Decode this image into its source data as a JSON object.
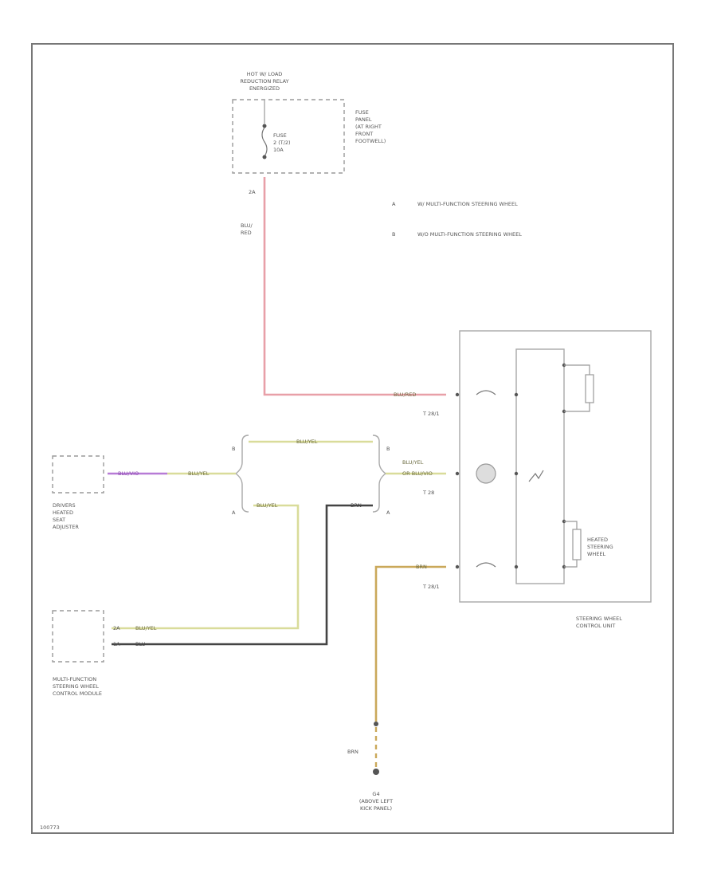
{
  "diagram_id": "100773",
  "relay": {
    "title_lines": [
      "HOT W/ LOAD",
      "REDUCTION RELAY",
      "ENERGIZED"
    ],
    "fuse_lines": [
      "FUSE",
      "2 (T/2)",
      "10A"
    ],
    "pin": "2A"
  },
  "fuse_panel": {
    "lines": [
      "FUSE",
      "PANEL",
      "(AT RIGHT",
      "FRONT",
      "FOOTWELL)"
    ]
  },
  "legend": [
    {
      "key": "A",
      "text": "W/ MULTI-FUNCTION STEERING WHEEL"
    },
    {
      "key": "B",
      "text": "W/O MULTI-FUNCTION STEERING WHEEL"
    }
  ],
  "wires": {
    "blu_red_vertical": [
      "BLU/",
      "RED"
    ],
    "blu_red_top": "BLU/RED",
    "blu_yel_bridge_top": "BLU/YEL",
    "blu_yel_left": "BLU/YEL",
    "blu_vio_left": "BLU/VIO",
    "blu_yel_right": "BLU/YEL",
    "blu_yel_right_b": "OR BLU/VIO",
    "blu_yel_lower": "BLU/YEL",
    "brn_lower": "BRN",
    "blu_yel_module": "BLU/YEL",
    "blu_module": "BLU",
    "brn_right": "BRN",
    "brn_ground": "BRN"
  },
  "connectors": {
    "t28_top": "T 28/1",
    "t28_mid": "T 28",
    "t28_bot": "T 28/1",
    "module_pin_1": "2A",
    "module_pin_2": "1A"
  },
  "splice_keys": {
    "left_b": "B",
    "left_a": "A",
    "right_b": "B",
    "right_a": "A"
  },
  "components": {
    "drivers_seat": [
      "DRIVERS",
      "HEATED",
      "SEAT",
      "ADJUSTER"
    ],
    "mfsw_module": [
      "MULTI-FUNCTION",
      "STEERING WHEEL",
      "CONTROL MODULE"
    ],
    "heated_wheel": [
      "HEATED",
      "STEERING",
      "WHEEL"
    ],
    "sw_control_unit": [
      "STEERING WHEEL",
      "CONTROL UNIT"
    ],
    "ground": [
      "G4",
      "(ABOVE LEFT",
      "KICK PANEL)"
    ]
  },
  "colors": {
    "blu_red": "#e8a0a8",
    "blu_yel": "#d9dc9a",
    "blu_vio": "#b77bd6",
    "blu": "#444444",
    "brn": "#caa85a",
    "frame": "#777777"
  }
}
